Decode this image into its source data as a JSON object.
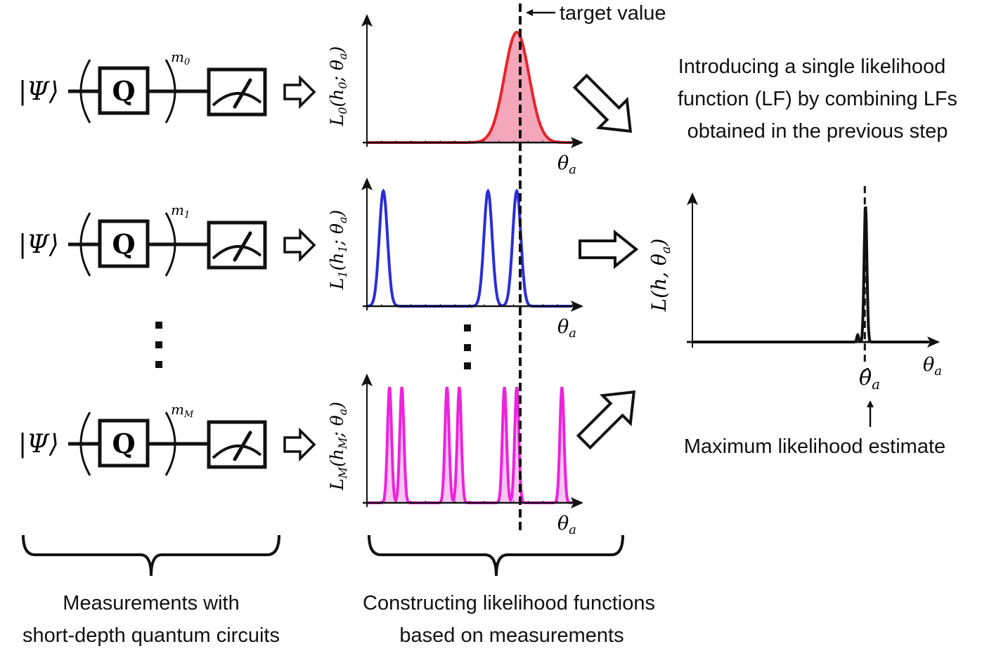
{
  "circuits": [
    {
      "state": "|Ψ⟩",
      "gate": "Q",
      "exponent": "m",
      "exponent_sub": "0"
    },
    {
      "state": "|Ψ⟩",
      "gate": "Q",
      "exponent": "m",
      "exponent_sub": "1"
    },
    {
      "state": "|Ψ⟩",
      "gate": "Q",
      "exponent": "m",
      "exponent_sub": "M"
    }
  ],
  "ellipsis": "⋮",
  "plots": [
    {
      "ylabel_main": "L",
      "ylabel_sub": "0",
      "ylabel_args": "(h",
      "ylabel_args_sub": "0",
      "ylabel_tail": "; θ",
      "ylabel_tail_sub": "a",
      "ylabel_close": ")",
      "xlabel": "θ",
      "xlabel_sub": "a",
      "color": "#e8242b",
      "fill": "#f4a6bb"
    },
    {
      "ylabel_main": "L",
      "ylabel_sub": "1",
      "ylabel_args": "(h",
      "ylabel_args_sub": "1",
      "ylabel_tail": "; θ",
      "ylabel_tail_sub": "a",
      "ylabel_close": ")",
      "xlabel": "θ",
      "xlabel_sub": "a",
      "color": "#2a2ed8",
      "fill": "none"
    },
    {
      "ylabel_main": "L",
      "ylabel_sub": "M",
      "ylabel_args": "(h",
      "ylabel_args_sub": "M",
      "ylabel_tail": "; θ",
      "ylabel_tail_sub": "a",
      "ylabel_close": ")",
      "xlabel": "θ",
      "xlabel_sub": "a",
      "color": "#ee22dd",
      "fill": "#f5c8f0"
    }
  ],
  "combined_plot": {
    "ylabel": "L(h, θ",
    "ylabel_sub": "a",
    "ylabel_close": ")",
    "xlabel": "θ",
    "xlabel_sub": "a",
    "estimate_label": "θ̂",
    "estimate_sub": "a",
    "color": "#111111"
  },
  "target_label": "target value",
  "combine_text": [
    "Introducing a single likelihood",
    "function (LF) by combining  LFs",
    "obtained in the previous step"
  ],
  "mle_label": "Maximum likelihood estimate",
  "bottom_labels": {
    "left": [
      "Measurements with",
      "short-depth quantum circuits"
    ],
    "middle": [
      "Constructing likelihood functions",
      "based on measurements"
    ]
  },
  "chart_data": [
    {
      "type": "line",
      "title": "L0(h0; θa)",
      "xlabel": "θa",
      "ylabel": "L0(h0; θa)",
      "x_range": [
        0,
        1
      ],
      "ylim": [
        0,
        1
      ],
      "target": 0.71,
      "peaks": [
        {
          "center": 0.73,
          "width": 0.06,
          "height": 0.93
        }
      ],
      "filled": true
    },
    {
      "type": "line",
      "title": "L1(h1; θa)",
      "xlabel": "θa",
      "ylabel": "L1(h1; θa)",
      "x_range": [
        0,
        1
      ],
      "ylim": [
        0,
        1
      ],
      "target": 0.71,
      "peaks": [
        {
          "center": 0.08,
          "width": 0.02,
          "height": 0.97
        },
        {
          "center": 0.59,
          "width": 0.02,
          "height": 0.97
        },
        {
          "center": 0.73,
          "width": 0.02,
          "height": 0.97
        }
      ],
      "filled": false
    },
    {
      "type": "line",
      "title": "LM(hM; θa)",
      "xlabel": "θa",
      "ylabel": "LM(hM; θa)",
      "x_range": [
        0,
        1
      ],
      "ylim": [
        0,
        1
      ],
      "target": 0.71,
      "peaks": [
        {
          "center": 0.11,
          "width": 0.01,
          "height": 0.97
        },
        {
          "center": 0.17,
          "width": 0.01,
          "height": 0.97
        },
        {
          "center": 0.39,
          "width": 0.01,
          "height": 0.97
        },
        {
          "center": 0.45,
          "width": 0.01,
          "height": 0.97
        },
        {
          "center": 0.67,
          "width": 0.01,
          "height": 0.97
        },
        {
          "center": 0.73,
          "width": 0.01,
          "height": 0.97
        },
        {
          "center": 0.95,
          "width": 0.01,
          "height": 0.97
        }
      ],
      "filled": true
    },
    {
      "type": "line",
      "title": "L(h, θa)",
      "xlabel": "θa",
      "ylabel": "L(h, θa)",
      "x_range": [
        0,
        1
      ],
      "ylim": [
        0,
        1
      ],
      "estimate": 0.73,
      "peaks": [
        {
          "center": 0.7,
          "width": 0.004,
          "height": 0.05
        },
        {
          "center": 0.733,
          "width": 0.006,
          "height": 0.97
        }
      ],
      "filled": false
    }
  ]
}
